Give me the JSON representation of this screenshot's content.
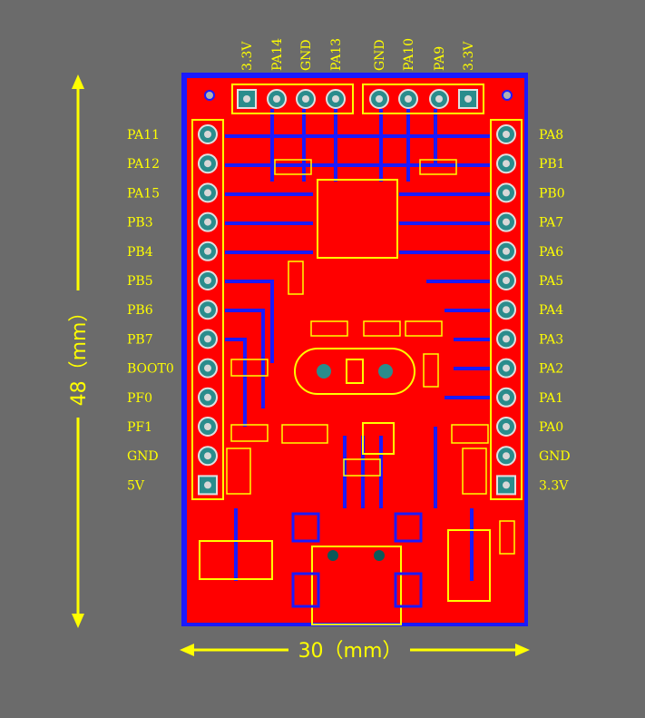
{
  "colors": {
    "background": "#6b6b6b",
    "board": "#ff0000",
    "trace_top": "#ff0000",
    "trace_bottom": "#1a1aff",
    "silkscreen": "#ffff00",
    "pad": "#2a8c8c",
    "via": "#b0b0b0"
  },
  "top_header": {
    "left_group": [
      "3.3V",
      "PA14",
      "GND",
      "PA13"
    ],
    "right_group": [
      "GND",
      "PA10",
      "PA9",
      "3.3V"
    ]
  },
  "left_header": [
    "PA11",
    "PA12",
    "PA15",
    "PB3",
    "PB4",
    "PB5",
    "PB6",
    "PB7",
    "BOOT0",
    "PF0",
    "PF1",
    "GND",
    "5V"
  ],
  "right_header": [
    "PA8",
    "PB1",
    "PB0",
    "PA7",
    "PA6",
    "PA5",
    "PA4",
    "PA3",
    "PA2",
    "PA1",
    "PA0",
    "GND",
    "3.3V"
  ],
  "dimensions": {
    "width_label": "30（mm）",
    "height_label": "48（mm）"
  }
}
